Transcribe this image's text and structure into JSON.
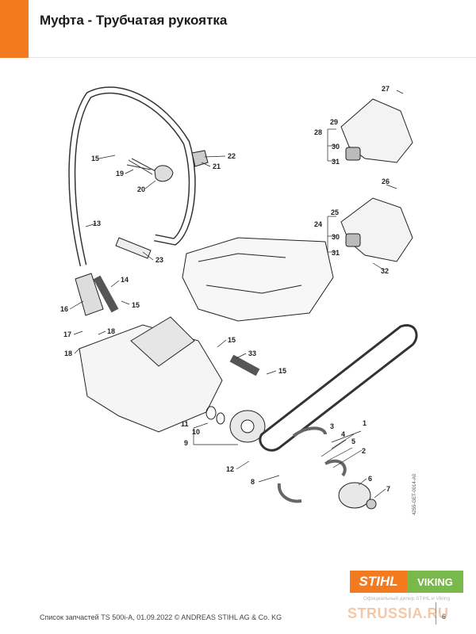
{
  "header": {
    "title": "Муфта - Трубчатая рукоятка"
  },
  "diagram": {
    "callouts": [
      "1",
      "2",
      "3",
      "4",
      "5",
      "6",
      "7",
      "8",
      "9",
      "10",
      "11",
      "12",
      "13",
      "14",
      "15",
      "16",
      "17",
      "18",
      "19",
      "20",
      "21",
      "22",
      "23",
      "24",
      "25",
      "26",
      "27",
      "28",
      "29",
      "30",
      "31",
      "32",
      "33"
    ],
    "figure_code": "4255-GET-0014-A0"
  },
  "footer": {
    "text": "Список запчастей TS 500i-A, 01.09.2022 © ANDREAS STIHL AG & Co. KG",
    "page_number": "6"
  },
  "branding": {
    "stihl": "STIHL",
    "viking": "VIKING",
    "dealer_line": "Официальный дилер STIHL и Viking",
    "watermark": "STRUSSIA.RU"
  },
  "colors": {
    "accent": "#f37a1f",
    "viking_green": "#79b84b"
  }
}
